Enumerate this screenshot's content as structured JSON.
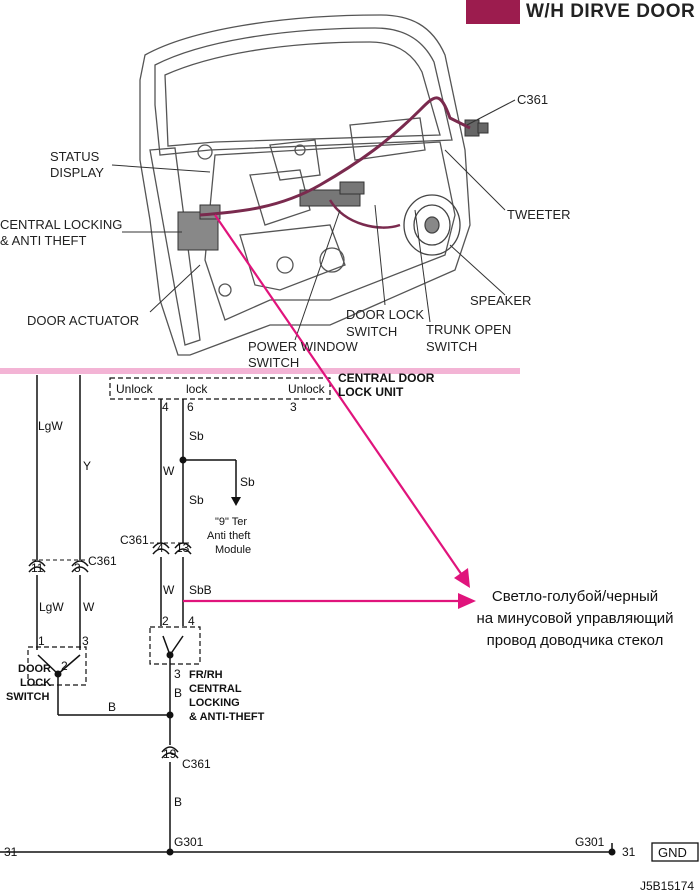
{
  "header": {
    "title": "W/H DIRVE DOOR",
    "accent_color": "#9c1c4e"
  },
  "door_labels": {
    "c361": "C361",
    "status_display": [
      "STATUS",
      "DISPLAY"
    ],
    "central_locking": [
      "CENTRAL LOCKING",
      "& ANTI THEFT"
    ],
    "tweeter": "TWEETER",
    "door_actuator": "DOOR ACTUATOR",
    "speaker": "SPEAKER",
    "door_lock_switch": [
      "DOOR LOCK",
      "SWITCH"
    ],
    "trunk_open_switch": [
      "TRUNK OPEN",
      "SWITCH"
    ],
    "power_window_switch": [
      "POWER WINDOW",
      "SWITCH"
    ]
  },
  "schematic": {
    "unit_pins": {
      "unlock": "Unlock",
      "lock": "lock",
      "unlock_right": "Unlock",
      "pin4": "4",
      "pin6": "6",
      "pin3": "3"
    },
    "unit_name": [
      "CENTRAL DOOR",
      "LOCK UNIT"
    ],
    "wires": {
      "lgw": "LgW",
      "y": "Y",
      "w": "W",
      "sb": "Sb",
      "sbb": "SbB",
      "b": "B"
    },
    "antitheft": [
      "\"9\" Ter",
      "Anti theft",
      "Module"
    ],
    "connector_c361": "C361",
    "pins": {
      "p11": "11",
      "p3": "3",
      "p4": "4",
      "p13": "13",
      "p1": "1",
      "p3b": "3",
      "p2": "2",
      "p2b": "2",
      "p4b": "4",
      "p3c": "3",
      "p19": "19"
    },
    "door_lock_switch": [
      "DOOR",
      "LOCK",
      "SWITCH"
    ],
    "fr_rh": [
      "FR/RH",
      "CENTRAL",
      "LOCKING",
      "& ANTI-THEFT"
    ],
    "ground": {
      "g301": "G301",
      "g301_right": "G301",
      "n31_left": "31",
      "n31_right": "31",
      "gnd": "GND"
    },
    "code": "J5B15174"
  },
  "annotation": {
    "lines": [
      "Светло-голубой/черный",
      "на минусовой управляющий",
      "провод доводчика стекол"
    ],
    "color": "#e0147c"
  }
}
